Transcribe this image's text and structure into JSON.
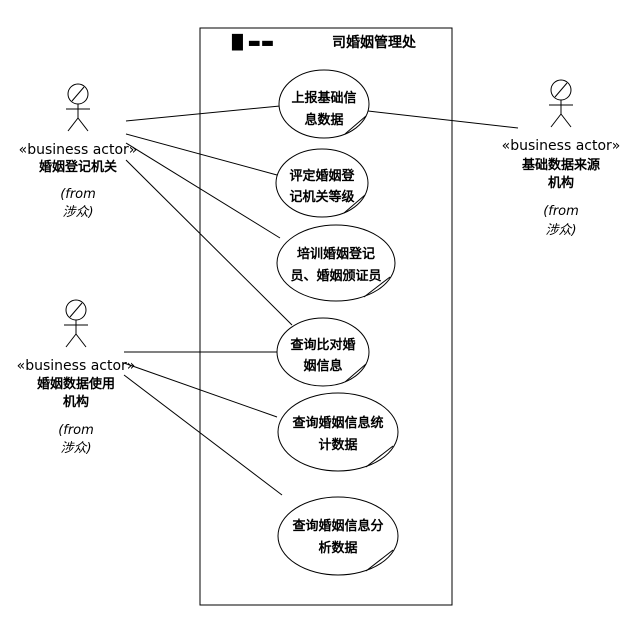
{
  "boundary": {
    "title": "司婚姻管理处",
    "title_obscured_prefix": "█ ▬▬"
  },
  "actors": [
    {
      "id": "registry",
      "stereotype": "«business actor»",
      "name_lines": [
        "婚姻登记机关"
      ],
      "from_lines": [
        "(from",
        "涉众)"
      ]
    },
    {
      "id": "data_user",
      "stereotype": "«business actor»",
      "name_lines": [
        "婚姻数据使用",
        "机构"
      ],
      "from_lines": [
        "(from",
        "涉众)"
      ]
    },
    {
      "id": "data_source",
      "stereotype": "«business actor»",
      "name_lines": [
        "基础数据来源",
        "机构"
      ],
      "from_lines": [
        "(from",
        "涉众)"
      ]
    }
  ],
  "use_cases": [
    {
      "id": "uc1",
      "lines": [
        "上报基础信",
        "息数据"
      ]
    },
    {
      "id": "uc2",
      "lines": [
        "评定婚姻登",
        "记机关等级"
      ]
    },
    {
      "id": "uc3",
      "lines": [
        "培训婚姻登记",
        "员、婚姻颁证员"
      ]
    },
    {
      "id": "uc4",
      "lines": [
        "查询比对婚",
        "姻信息"
      ]
    },
    {
      "id": "uc5",
      "lines": [
        "查询婚姻信息统",
        "计数据"
      ]
    },
    {
      "id": "uc6",
      "lines": [
        "查询婚姻信息分",
        "析数据"
      ]
    }
  ]
}
